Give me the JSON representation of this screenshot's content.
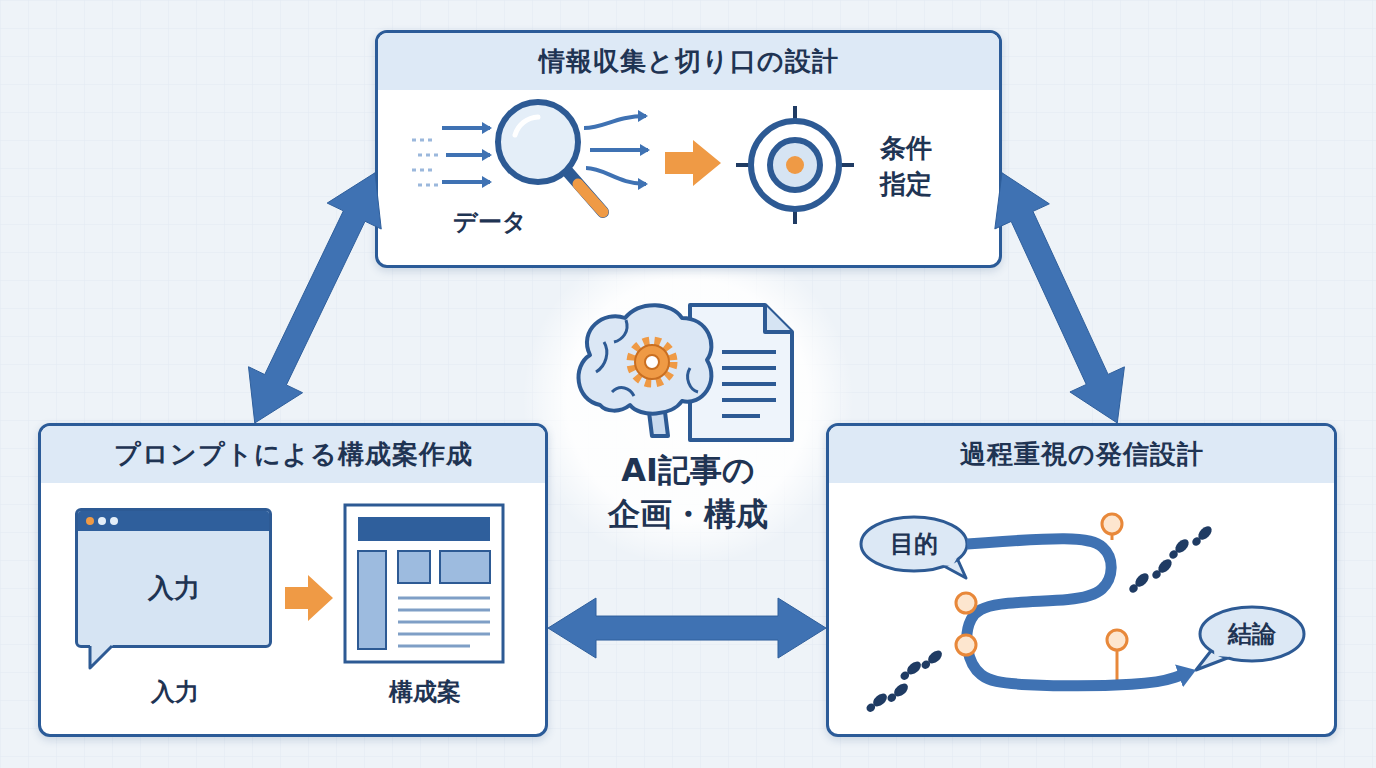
{
  "diagram": {
    "nodes": [
      {
        "text": [
          "情報収集と切り口の設計"
        ]
      },
      {
        "text": [
          "AI記事の 企画・構成"
        ]
      },
      {
        "text": [
          "プロンプトによる構成案作成"
        ]
      },
      {
        "text": [
          "入力"
        ],
        "in": 2
      },
      {
        "text": [
          "過程重視の発信設計"
        ]
      },
      {
        "text": [
          "目的"
        ],
        "in": 4
      },
      {
        "text": [
          "結論"
        ],
        "in": 4
      }
    ],
    "edges": [
      {
        "from": 0,
        "to": 2,
        "arrow": "both"
      },
      {
        "from": 0,
        "to": 4,
        "arrow": "both"
      },
      {
        "from": 2,
        "to": 4,
        "arrow": "both"
      },
      {
        "from": 5,
        "to": 6,
        "arrow": "to"
      }
    ],
    "labels": [
      "データ",
      "条件 指定",
      "入力",
      "構成案"
    ]
  }
}
